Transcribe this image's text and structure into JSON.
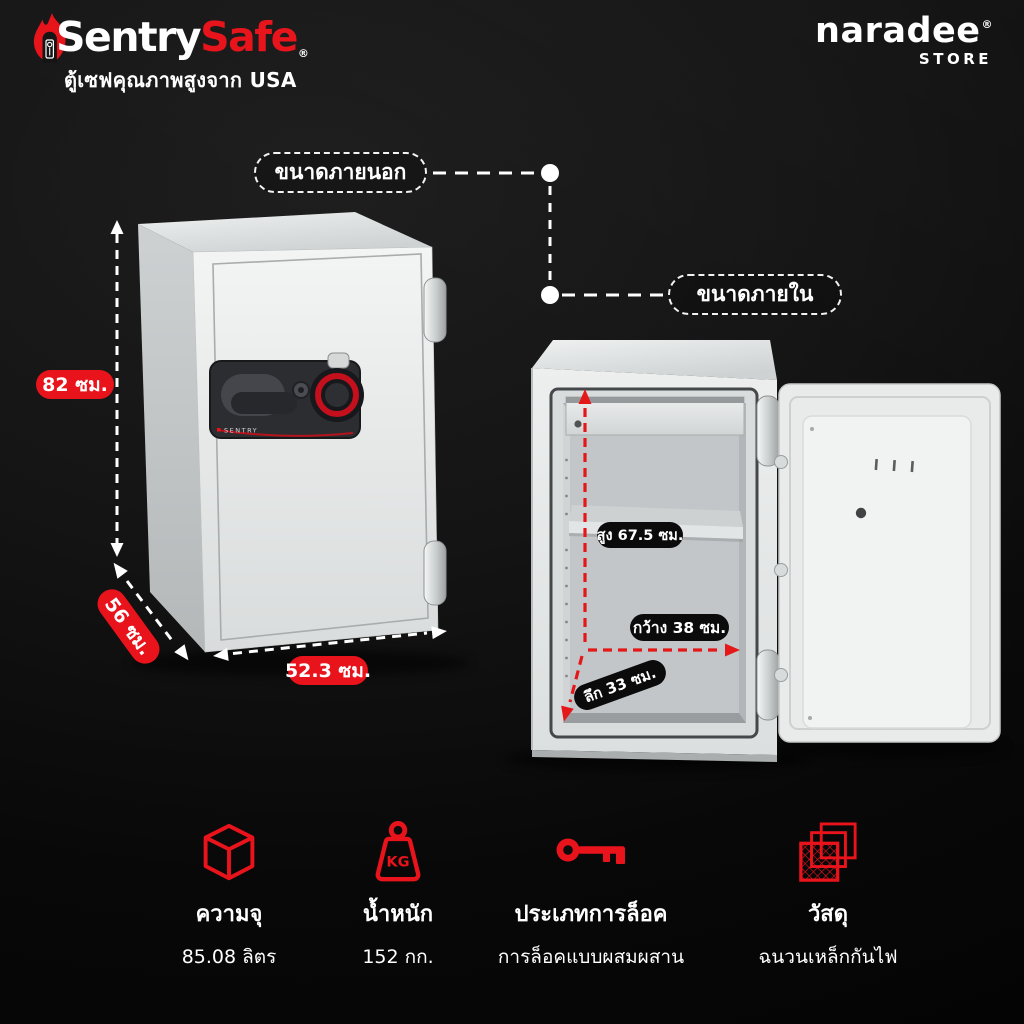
{
  "header": {
    "brand": {
      "name_part1": "Sentry",
      "name_part2": "Safe",
      "registered_mark": "®",
      "tagline": "ตู้เซฟคุณภาพสูงจาก USA"
    },
    "store": {
      "name": "naradee",
      "registered_mark": "®",
      "subtitle": "STORE"
    }
  },
  "callouts": {
    "external_label": "ขนาดภายนอก",
    "internal_label": "ขนาดภายใน"
  },
  "dimensions": {
    "external_height": "82 ซม.",
    "external_depth": "56 ซม.",
    "external_width": "52.3 ซม.",
    "internal_height": "สูง 67.5 ซม.",
    "internal_width": "กว้าง 38 ซม.",
    "internal_depth": "ลึก 33 ซม."
  },
  "safe": {
    "panel_brand": "SENTRY"
  },
  "features": [
    {
      "icon": "cube-icon",
      "title": "ความจุ",
      "value": "85.08 ลิตร"
    },
    {
      "icon": "weight-kg-icon",
      "kg_label": "KG",
      "title": "น้ำหนัก",
      "value": "152 กก."
    },
    {
      "icon": "key-icon",
      "title": "ประเภทการล็อค",
      "value": "การล็อคแบบผสมผสาน"
    },
    {
      "icon": "layered-squares-icon",
      "title": "วัสดุ",
      "value": "ฉนวนเหล็กกันไฟ"
    }
  ],
  "colors": {
    "accent_red": "#e8131b",
    "background": "#0a0a0a",
    "text_white": "#ffffff",
    "label_pill_black": "#0b0b0b"
  }
}
